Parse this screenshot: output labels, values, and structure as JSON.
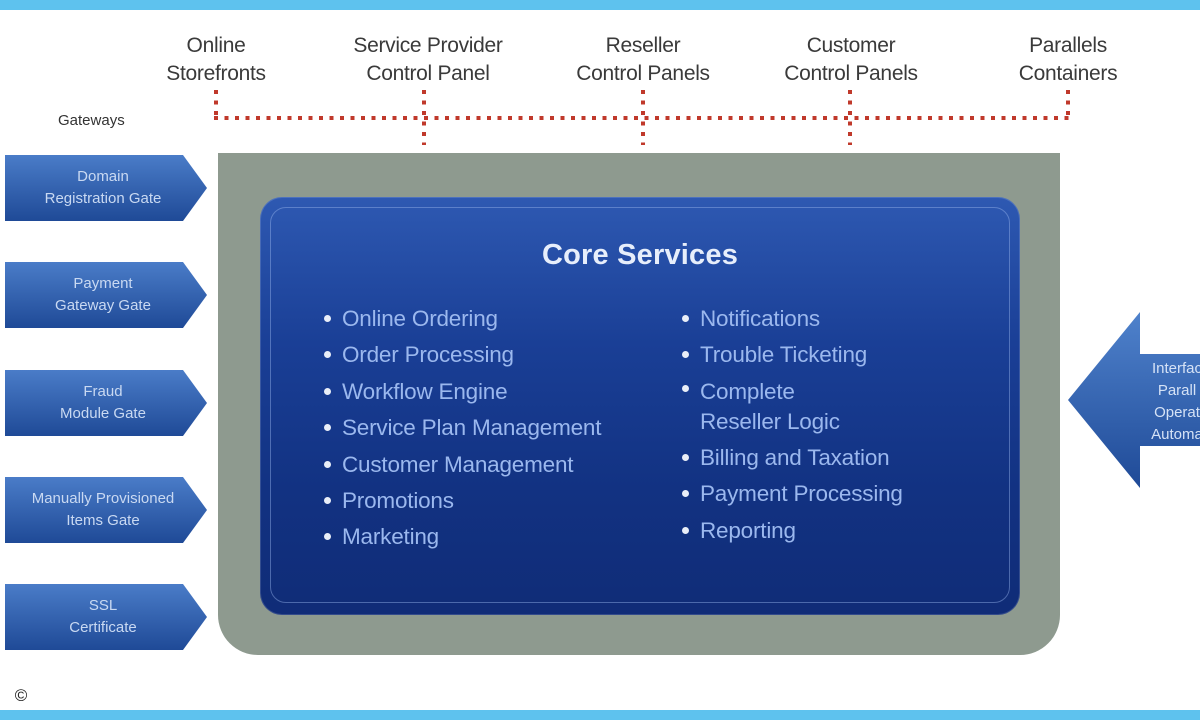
{
  "top_targets": [
    {
      "label": "Online\nStorefronts"
    },
    {
      "label": "Service Provider\nControl Panel"
    },
    {
      "label": "Reseller\nControl Panels"
    },
    {
      "label": "Customer\nControl Panels"
    },
    {
      "label": "Parallels\nContainers"
    }
  ],
  "gateways": {
    "title": "Gateways",
    "items": [
      {
        "label": "Domain\nRegistration Gate"
      },
      {
        "label": "Payment\nGateway Gate"
      },
      {
        "label": "Fraud\nModule Gate"
      },
      {
        "label": "Manually Provisioned\nItems Gate"
      },
      {
        "label": "SSL\nCertificate"
      }
    ]
  },
  "core": {
    "title": "Core Services",
    "left_services": [
      "Online Ordering",
      "Order Processing",
      "Workflow Engine",
      "Service Plan Management",
      "Customer Management",
      "Promotions",
      "Marketing"
    ],
    "right_services": [
      "Notifications",
      "Trouble Ticketing",
      "Complete\nReseller Logic",
      "Billing and Taxation",
      "Payment Processing",
      "Reporting"
    ]
  },
  "interface": {
    "label": "Interfac\nParall\nOperat\nAutoma"
  },
  "copyright": "©",
  "colors": {
    "accent_band": "#5ec2ee",
    "connector_dots": "#c0392b",
    "frame": "#8e9a8f",
    "core_panel": "#1a3f96",
    "gate_arrow": "#2d5fb0"
  }
}
